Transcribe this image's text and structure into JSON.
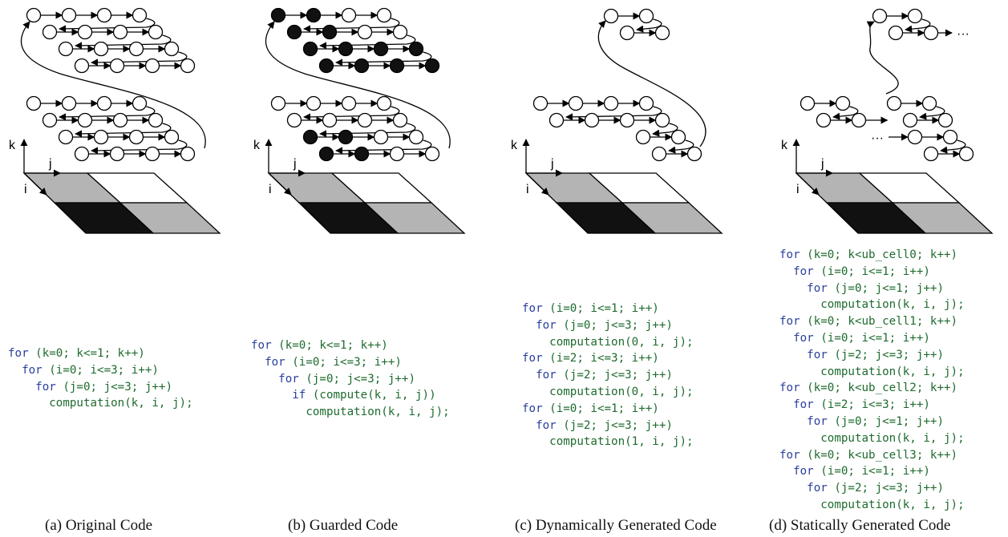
{
  "panels": [
    {
      "caption": "(a) Original Code",
      "axes": {
        "k": "k",
        "j": "j",
        "i": "i"
      },
      "code": [
        {
          "kw": "for",
          "text": " (k=0; k<=1; k++)"
        },
        {
          "kw": "for",
          "text": " (i=0; i<=3; i++)"
        },
        {
          "kw": "for",
          "text": " (j=0; j<=3; j++)"
        },
        {
          "kw": "",
          "text": "computation(k, i, j);"
        }
      ]
    },
    {
      "caption": "(b) Guarded Code",
      "axes": {
        "k": "k",
        "j": "j",
        "i": "i"
      },
      "code": [
        {
          "kw": "for",
          "text": " (k=0; k<=1; k++)"
        },
        {
          "kw": "for",
          "text": " (i=0; i<=3; i++)"
        },
        {
          "kw": "for",
          "text": " (j=0; j<=3; j++)"
        },
        {
          "kw": "if",
          "text": " (compute(k, i, j))"
        },
        {
          "kw": "",
          "text": "computation(k, i, j);"
        }
      ]
    },
    {
      "caption": "(c) Dynamically Generated Code",
      "axes": {
        "k": "k",
        "j": "j",
        "i": "i"
      },
      "code": [
        {
          "kw": "for",
          "text": " (i=0; i<=1; i++)"
        },
        {
          "kw": "for",
          "text": " (j=0; j<=3; j++)"
        },
        {
          "kw": "",
          "text": "computation(0, i, j);"
        },
        {
          "kw": "for",
          "text": " (i=2; i<=3; i++)"
        },
        {
          "kw": "for",
          "text": " (j=2; j<=3; j++)"
        },
        {
          "kw": "",
          "text": "computation(0, i, j);"
        },
        {
          "kw": "for",
          "text": " (i=0; i<=1; i++)"
        },
        {
          "kw": "for",
          "text": " (j=2; j<=3; j++)"
        },
        {
          "kw": "",
          "text": "computation(1, i, j);"
        }
      ]
    },
    {
      "caption": "(d) Statically Generated Code",
      "axes": {
        "k": "k",
        "j": "j",
        "i": "i"
      },
      "ellipsis": "···",
      "code": [
        {
          "kw": "for",
          "text": " (k=0; k<ub_cell0; k++)"
        },
        {
          "kw": "for",
          "text": " (i=0; i<=1; i++)"
        },
        {
          "kw": "for",
          "text": " (j=0; j<=1; j++)"
        },
        {
          "kw": "",
          "text": "computation(k, i, j);"
        },
        {
          "kw": "for",
          "text": " (k=0; k<ub_cell1; k++)"
        },
        {
          "kw": "for",
          "text": " (i=0; i<=1; i++)"
        },
        {
          "kw": "for",
          "text": " (j=2; j<=3; j++)"
        },
        {
          "kw": "",
          "text": "computation(k, i, j);"
        },
        {
          "kw": "for",
          "text": " (k=0; k<ub_cell2; k++)"
        },
        {
          "kw": "for",
          "text": " (i=2; i<=3; i++)"
        },
        {
          "kw": "for",
          "text": " (j=0; j<=1; j++)"
        },
        {
          "kw": "",
          "text": "computation(k, i, j);"
        },
        {
          "kw": "for",
          "text": " (k=0; k<ub_cell3; k++)"
        },
        {
          "kw": "for",
          "text": " (i=0; i<=1; i++)"
        },
        {
          "kw": "for",
          "text": " (j=2; j<=3; j++)"
        },
        {
          "kw": "",
          "text": "computation(k, i, j);"
        }
      ]
    }
  ],
  "colors": {
    "cell_light": "#b4b4b4",
    "cell_dark": "#111111",
    "cell_white": "#ffffff",
    "node_filled": "#111111",
    "code_keyword": "#2b3f9e",
    "code_text": "#1e6b2e"
  }
}
